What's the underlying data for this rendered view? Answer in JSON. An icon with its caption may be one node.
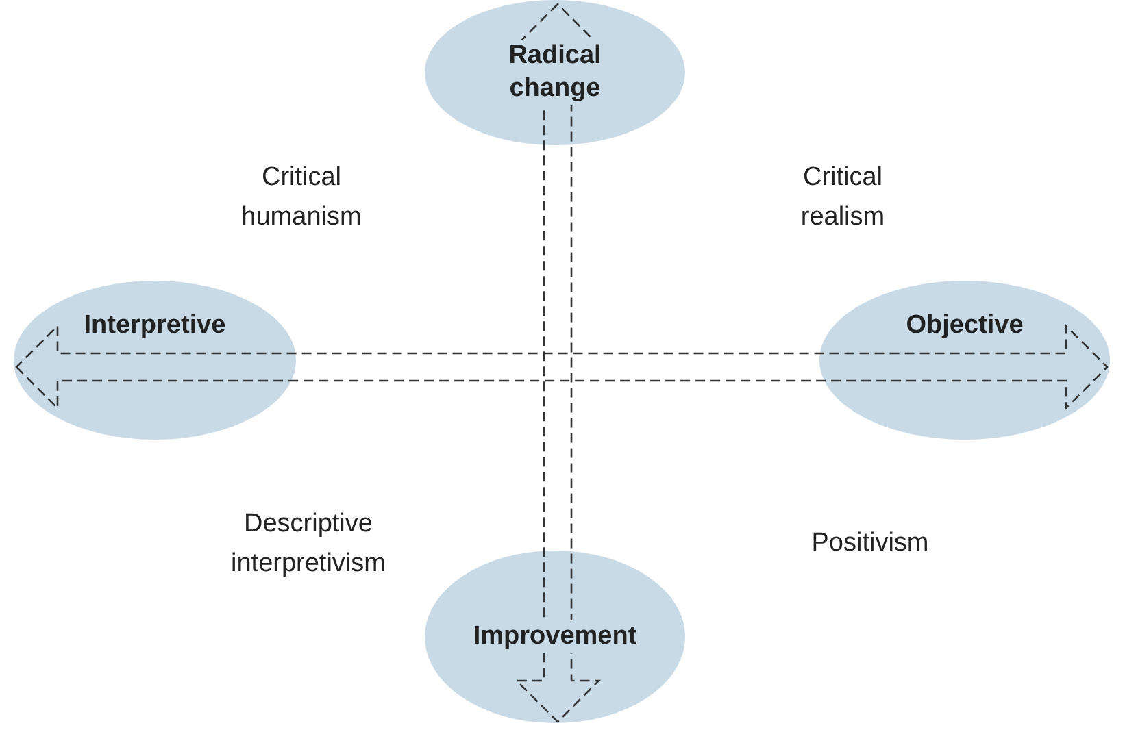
{
  "diagram": {
    "nodes": [
      {
        "text": [
          "Radical change"
        ]
      },
      {
        "text": [
          "Interpretive"
        ]
      },
      {
        "text": [
          "Objective"
        ]
      },
      {
        "text": [
          "Improvement"
        ]
      }
    ],
    "edges": [
      {
        "from": 1,
        "to": 2,
        "arrow": "both",
        "style": "dashed"
      },
      {
        "from": 0,
        "to": 3,
        "arrow": "both",
        "style": "dashed"
      }
    ],
    "labels": [
      "Critical humanism",
      "Critical realism",
      "Descriptive interpretivism",
      "Positivism"
    ]
  }
}
